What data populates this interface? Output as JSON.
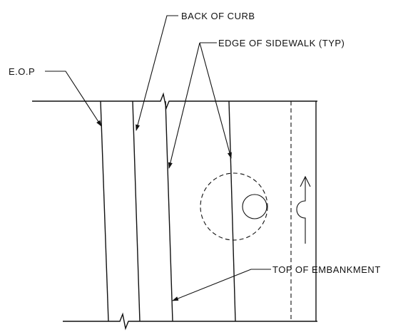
{
  "labels": {
    "back_of_curb": "BACK OF CURB",
    "edge_of_sidewalk": "EDGE OF SIDEWALK (TYP)",
    "eop": "E.O.P",
    "top_of_embankment": "TOP OF EMBANKMENT"
  }
}
